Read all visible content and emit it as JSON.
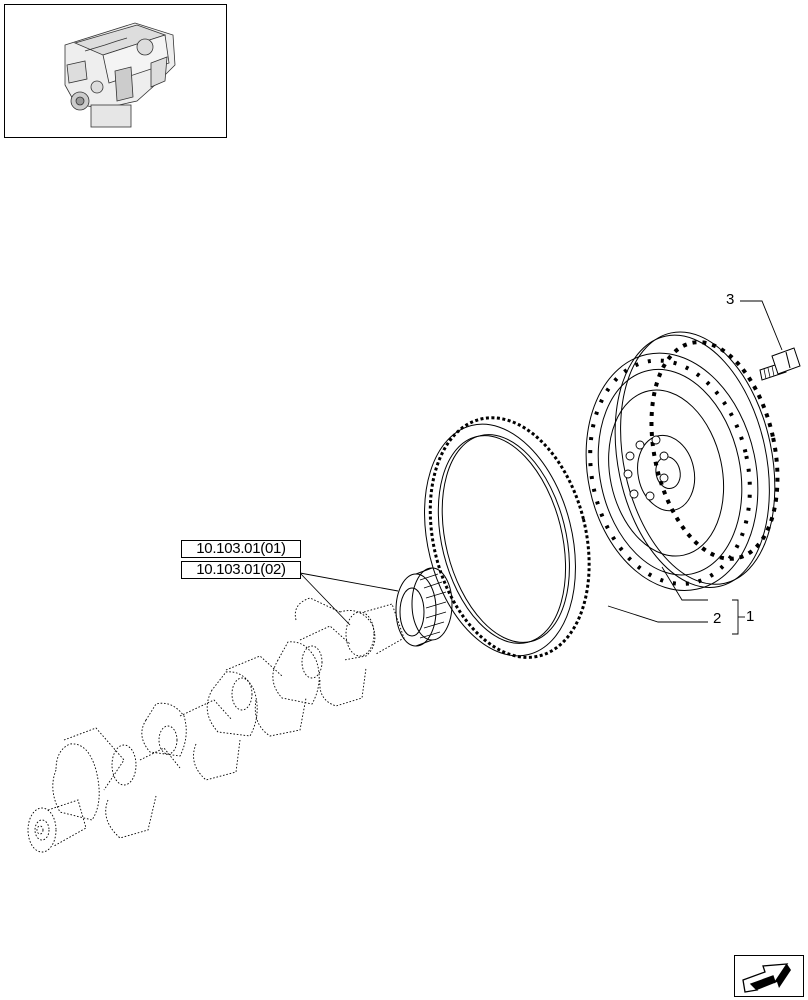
{
  "references": [
    {
      "code": "10.103.01(01)"
    },
    {
      "code": "10.103.01(02)"
    }
  ],
  "callouts": [
    {
      "number": "1"
    },
    {
      "number": "2"
    },
    {
      "number": "3"
    }
  ],
  "icons": {
    "thumbnail": "engine-thumbnail-icon",
    "navigation": "next-page-arrow-icon"
  }
}
